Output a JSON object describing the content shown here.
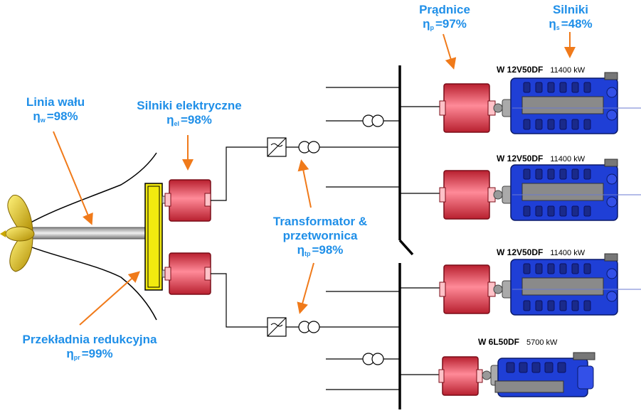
{
  "labels": {
    "shaft": {
      "title": "Linia wału",
      "eta": "η",
      "sub": "w",
      "val": "=98%"
    },
    "electric_motors": {
      "title": "Silniki elektryczne",
      "eta": "η",
      "sub": "el",
      "val": "=98%"
    },
    "generators": {
      "title": "Prądnice",
      "eta": "η",
      "sub": "p",
      "val": "=97%"
    },
    "engines": {
      "title": "Silniki",
      "eta": "η",
      "sub": "s",
      "val": "=48%"
    },
    "transformer": {
      "title1": "Transformator &",
      "title2": "przetwornica",
      "eta": "η",
      "sub": "tp",
      "val": "=98%"
    },
    "gearbox": {
      "title": "Przekładnia redukcyjna",
      "eta": "η",
      "sub": "pr",
      "val": "=99%"
    }
  },
  "engine_sets": [
    {
      "name": "W 12V50DF",
      "power": "11400 kW"
    },
    {
      "name": "W 12V50DF",
      "power": "11400 kW"
    },
    {
      "name": "W 12V50DF",
      "power": "11400 kW"
    },
    {
      "name": "W 6L50DF",
      "power": "5700 kW"
    }
  ],
  "colors": {
    "label_blue": "#1f8fe8",
    "arrow_orange": "#f07a1a",
    "motor_red": "#d9374a",
    "gearbox_yellow": "#f2ea0f",
    "engine_blue": "#1f3fd6",
    "propeller_gold": "#d4b000"
  }
}
